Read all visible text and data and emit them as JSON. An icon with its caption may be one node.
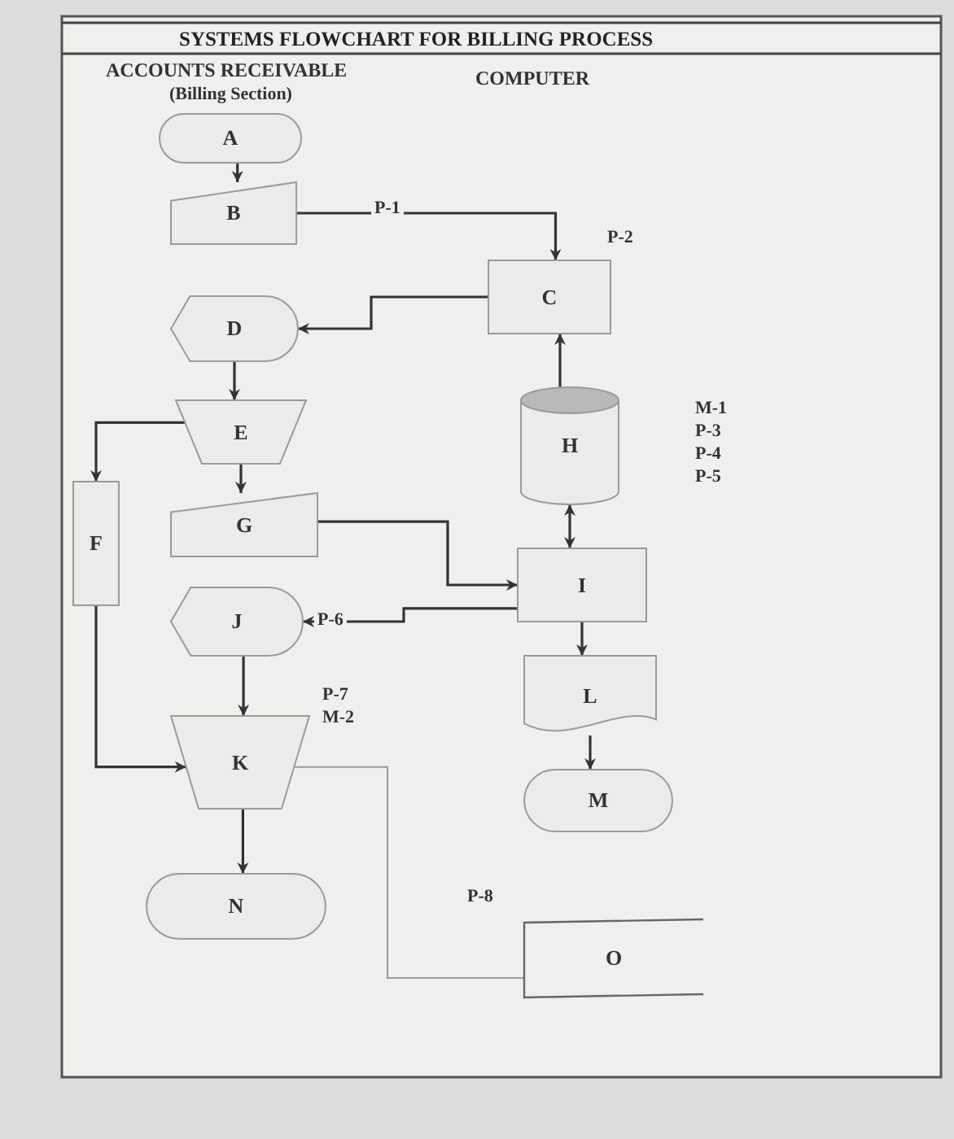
{
  "diagram": {
    "title": "SYSTEMS FLOWCHART FOR BILLING PROCESS",
    "nodes": [
      {
        "text": [
          "A"
        ]
      },
      {
        "text": [
          "B"
        ]
      },
      {
        "text": [
          "C"
        ]
      },
      {
        "text": [
          "D"
        ]
      },
      {
        "text": [
          "E"
        ]
      },
      {
        "text": [
          "F"
        ]
      },
      {
        "text": [
          "G"
        ]
      },
      {
        "text": [
          "H"
        ]
      },
      {
        "text": [
          "I"
        ]
      },
      {
        "text": [
          "J"
        ]
      },
      {
        "text": [
          "K"
        ]
      },
      {
        "text": [
          "L"
        ]
      },
      {
        "text": [
          "M"
        ]
      },
      {
        "text": [
          "N"
        ]
      },
      {
        "text": [
          "O"
        ]
      }
    ],
    "edges": [
      {
        "from": 0,
        "to": 1,
        "arrow": "to"
      },
      {
        "from": 1,
        "to": 2,
        "arrow": "to",
        "label": "P-1"
      },
      {
        "from": 2,
        "to": 3,
        "arrow": "to"
      },
      {
        "from": 3,
        "to": 4,
        "arrow": "to"
      },
      {
        "from": 4,
        "to": 5,
        "arrow": "to"
      },
      {
        "from": 4,
        "to": 6,
        "arrow": "to"
      },
      {
        "from": 7,
        "to": 2,
        "arrow": "to"
      },
      {
        "from": 7,
        "to": 8,
        "arrow": "both"
      },
      {
        "from": 6,
        "to": 8,
        "arrow": "to"
      },
      {
        "from": 8,
        "to": 9,
        "arrow": "to",
        "label": "P-6"
      },
      {
        "from": 8,
        "to": 11,
        "arrow": "to"
      },
      {
        "from": 11,
        "to": 12,
        "arrow": "to"
      },
      {
        "from": 9,
        "to": 10,
        "arrow": "to"
      },
      {
        "from": 5,
        "to": 10,
        "arrow": "to"
      },
      {
        "from": 10,
        "to": 13,
        "arrow": "to"
      },
      {
        "from": 10,
        "to": 14,
        "arrow": "none",
        "color": "#9a9a9a"
      }
    ],
    "labels": [
      "ACCOUNTS RECEIVABLE",
      "(Billing Section)",
      "COMPUTER",
      "P-2",
      "M-1",
      "P-3",
      "P-4",
      "P-5",
      "P-7",
      "M-2",
      "P-8"
    ]
  }
}
